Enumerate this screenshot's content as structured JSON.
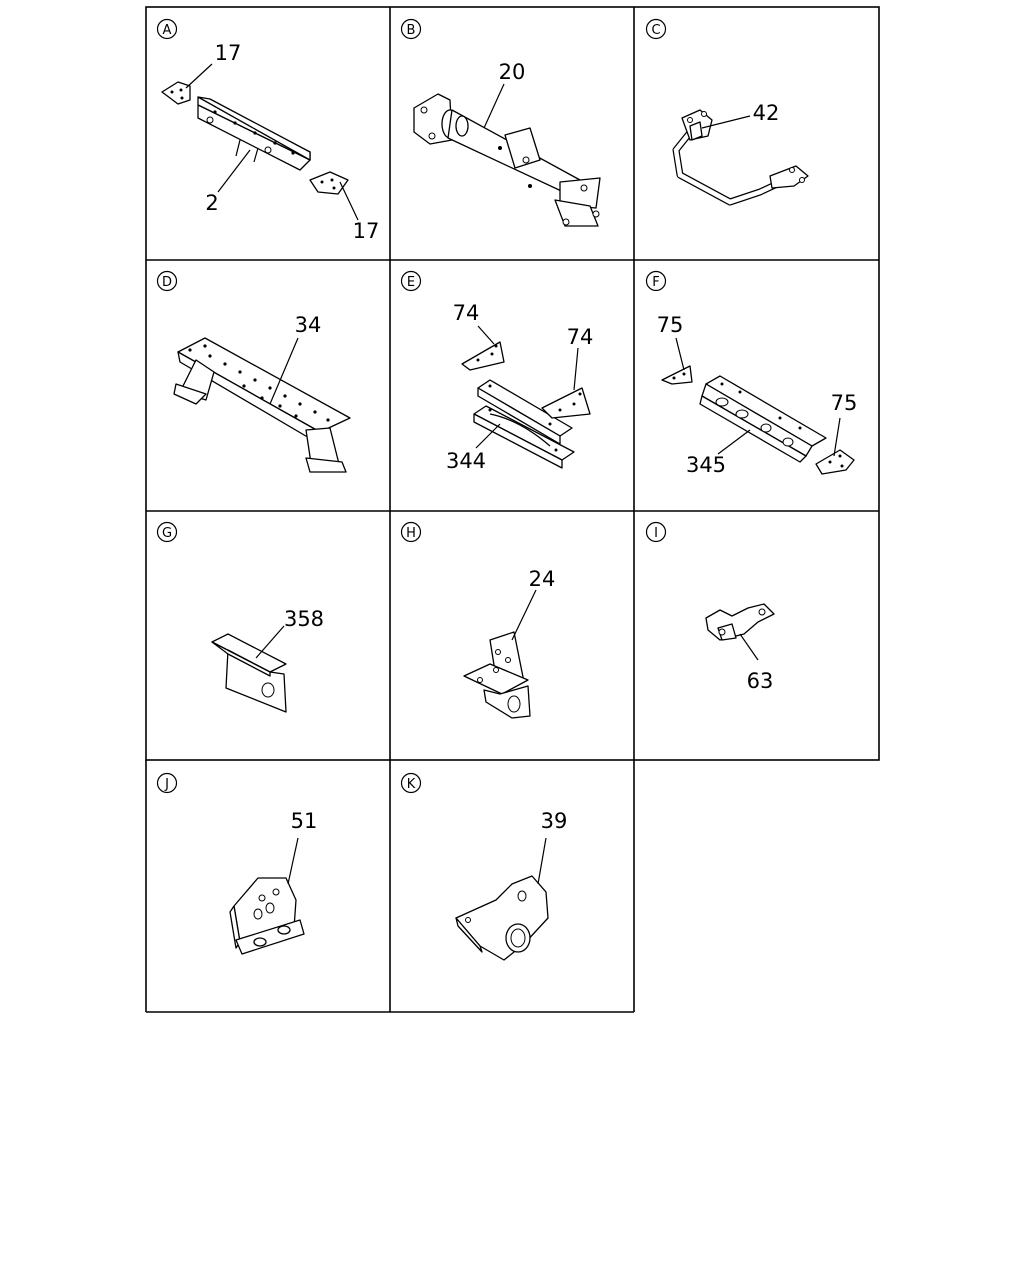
{
  "panels": [
    {
      "letter": "A",
      "callouts": [
        "17",
        "2",
        "17"
      ]
    },
    {
      "letter": "B",
      "callouts": [
        "20"
      ]
    },
    {
      "letter": "C",
      "callouts": [
        "42"
      ]
    },
    {
      "letter": "D",
      "callouts": [
        "34"
      ]
    },
    {
      "letter": "E",
      "callouts": [
        "74",
        "74",
        "344"
      ]
    },
    {
      "letter": "F",
      "callouts": [
        "75",
        "75",
        "345"
      ]
    },
    {
      "letter": "G",
      "callouts": [
        "358"
      ]
    },
    {
      "letter": "H",
      "callouts": [
        "24"
      ]
    },
    {
      "letter": "I",
      "callouts": [
        "63"
      ]
    },
    {
      "letter": "J",
      "callouts": [
        "51"
      ]
    },
    {
      "letter": "K",
      "callouts": [
        "39"
      ]
    }
  ]
}
